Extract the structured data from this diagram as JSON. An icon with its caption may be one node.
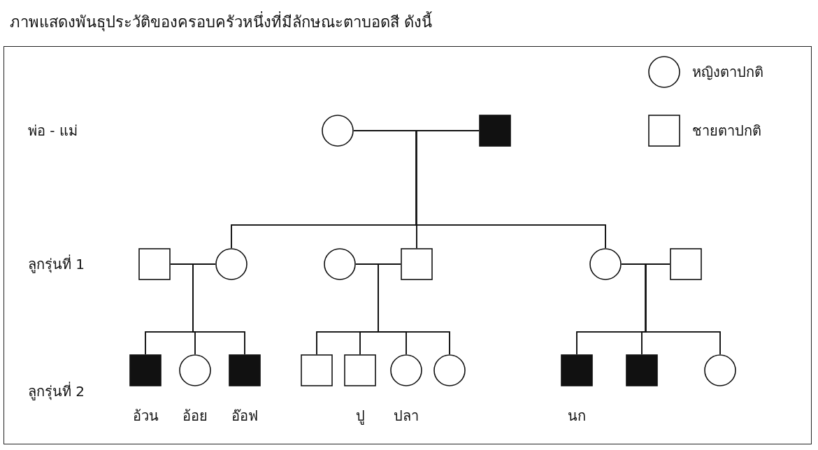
{
  "diagram": {
    "title": "ภาพแสดงพันธุประวัติของครอบครัวหนึ่งที่มีลักษณะตาบอดสี ดังนี้",
    "nodes": [
      {
        "text": [],
        "shape": "circle"
      },
      {
        "text": [],
        "shape": "filled-box"
      },
      {
        "text": [],
        "shape": "box"
      },
      {
        "text": [],
        "shape": "circle"
      },
      {
        "text": [],
        "shape": "circle"
      },
      {
        "text": [],
        "shape": "box"
      },
      {
        "text": [],
        "shape": "circle"
      },
      {
        "text": [],
        "shape": "box"
      },
      {
        "text": [],
        "shape": "filled-box",
        "beside": [
          "อ้วน"
        ]
      },
      {
        "text": [],
        "shape": "circle",
        "beside": [
          "อ้อย"
        ]
      },
      {
        "text": [],
        "shape": "filled-box",
        "beside": [
          "อ๊อฟ"
        ]
      },
      {
        "text": [],
        "shape": "box"
      },
      {
        "text": [],
        "shape": "box",
        "beside": [
          "ปู"
        ]
      },
      {
        "text": [],
        "shape": "circle",
        "beside": [
          "ปลา"
        ]
      },
      {
        "text": [],
        "shape": "circle"
      },
      {
        "text": [],
        "shape": "filled-box",
        "beside": [
          "นก"
        ]
      },
      {
        "text": [],
        "shape": "filled-box"
      },
      {
        "text": [],
        "shape": "circle"
      }
    ],
    "edges": [
      {
        "from": 0,
        "to": 1,
        "arrow": "none"
      },
      {
        "from": 0,
        "to": 3,
        "arrow": "none"
      },
      {
        "from": 1,
        "to": 3,
        "arrow": "none"
      },
      {
        "from": 0,
        "to": 5,
        "arrow": "none"
      },
      {
        "from": 1,
        "to": 5,
        "arrow": "none"
      },
      {
        "from": 0,
        "to": 6,
        "arrow": "none"
      },
      {
        "from": 1,
        "to": 6,
        "arrow": "none"
      },
      {
        "from": 2,
        "to": 3,
        "arrow": "none"
      },
      {
        "from": 4,
        "to": 5,
        "arrow": "none"
      },
      {
        "from": 6,
        "to": 7,
        "arrow": "none"
      },
      {
        "from": 2,
        "to": 8,
        "arrow": "none"
      },
      {
        "from": 3,
        "to": 8,
        "arrow": "none"
      },
      {
        "from": 2,
        "to": 9,
        "arrow": "none"
      },
      {
        "from": 3,
        "to": 9,
        "arrow": "none"
      },
      {
        "from": 2,
        "to": 10,
        "arrow": "none"
      },
      {
        "from": 3,
        "to": 10,
        "arrow": "none"
      },
      {
        "from": 4,
        "to": 11,
        "arrow": "none"
      },
      {
        "from": 5,
        "to": 11,
        "arrow": "none"
      },
      {
        "from": 4,
        "to": 12,
        "arrow": "none"
      },
      {
        "from": 5,
        "to": 12,
        "arrow": "none"
      },
      {
        "from": 4,
        "to": 13,
        "arrow": "none"
      },
      {
        "from": 5,
        "to": 13,
        "arrow": "none"
      },
      {
        "from": 4,
        "to": 14,
        "arrow": "none"
      },
      {
        "from": 5,
        "to": 14,
        "arrow": "none"
      },
      {
        "from": 6,
        "to": 15,
        "arrow": "none"
      },
      {
        "from": 7,
        "to": 15,
        "arrow": "none"
      },
      {
        "from": 6,
        "to": 16,
        "arrow": "none"
      },
      {
        "from": 7,
        "to": 16,
        "arrow": "none"
      },
      {
        "from": 6,
        "to": 17,
        "arrow": "none"
      },
      {
        "from": 7,
        "to": 17,
        "arrow": "none"
      }
    ],
    "labels": [
      "พ่อ - แม่",
      "ลูกรุ่นที่ 1",
      "ลูกรุ่นที่ 2"
    ],
    "legend": [
      {
        "text": "หญิงตาปกติ"
      },
      {
        "text": "ชายตาปกติ"
      }
    ]
  }
}
